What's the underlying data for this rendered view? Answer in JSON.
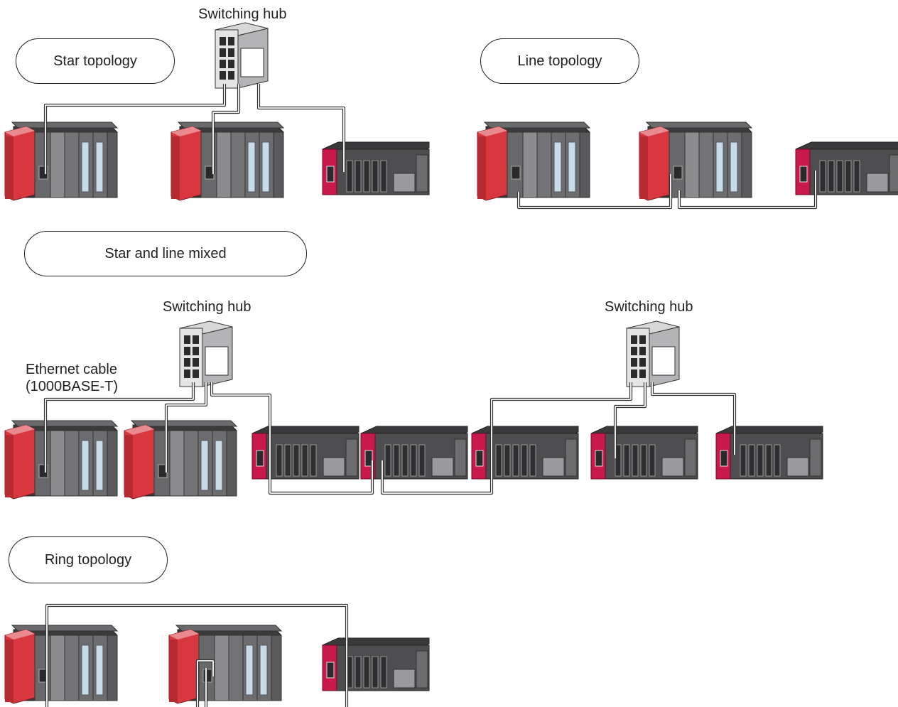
{
  "sections": {
    "star": "Star topology",
    "line": "Line topology",
    "mixed": "Star and line mixed",
    "ring": "Ring topology"
  },
  "labels": {
    "hub": "Switching hub",
    "cable_line1": "Ethernet cable",
    "cable_line2": "(1000BASE-T)"
  },
  "colors": {
    "module_red": "#d8373f",
    "module_pink": "#c8194a",
    "module_gray": "#5a5a5c",
    "io_blue": "#c7dce6",
    "cable": "#8a8a8a"
  }
}
